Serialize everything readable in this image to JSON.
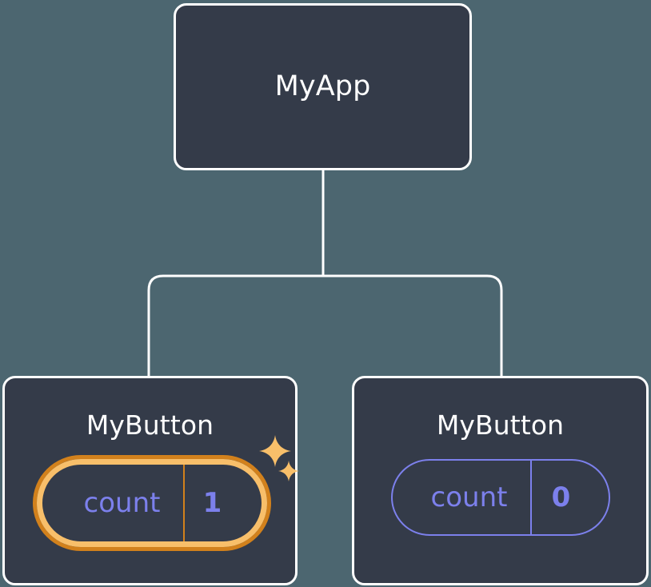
{
  "palette": {
    "background": "#4c6670",
    "card_fill": "#343b49",
    "card_border": "#ffffff",
    "connector": "#ffffff",
    "state_accent": "#7c80ec",
    "highlight_inner": "#f8bf6a",
    "highlight_outer": "#d2811c",
    "title_text": "#ffffff"
  },
  "diagram": {
    "type": "component-tree",
    "root": {
      "title": "MyApp",
      "state": null
    },
    "children": [
      {
        "title": "MyButton",
        "highlighted": true,
        "sparkles": true,
        "state": {
          "key": "count",
          "value": "1"
        }
      },
      {
        "title": "MyButton",
        "highlighted": false,
        "sparkles": false,
        "state": {
          "key": "count",
          "value": "0"
        }
      }
    ]
  },
  "icons": {
    "sparkle_large": "sparkle-icon",
    "sparkle_small": "sparkle-icon"
  }
}
